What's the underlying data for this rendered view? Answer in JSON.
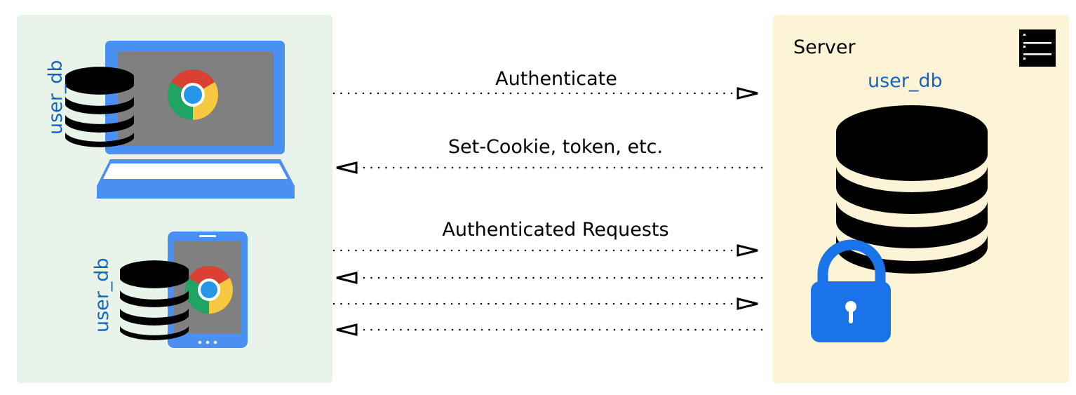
{
  "client": {
    "laptop_db_label": "user_db",
    "phone_db_label": "user_db"
  },
  "server": {
    "title": "Server",
    "db_label": "user_db"
  },
  "arrows": [
    {
      "label": "Authenticate",
      "direction": "to-server"
    },
    {
      "label": "Set-Cookie, token, etc.",
      "direction": "to-client"
    },
    {
      "label": "Authenticated Requests",
      "direction": "to-server"
    },
    {
      "label": "",
      "direction": "to-client"
    },
    {
      "label": "",
      "direction": "to-server"
    },
    {
      "label": "",
      "direction": "to-client"
    }
  ],
  "colors": {
    "client_bg": "#e8f4e9",
    "server_bg": "#fdf3d6",
    "device_blue": "#4a90f2",
    "label_blue": "#1565c0",
    "lock_blue": "#1a73e8",
    "db_black": "#000000"
  },
  "icons": [
    "laptop-icon",
    "phone-icon",
    "chrome-icon",
    "database-icon",
    "lock-icon",
    "server-rack-icon"
  ]
}
